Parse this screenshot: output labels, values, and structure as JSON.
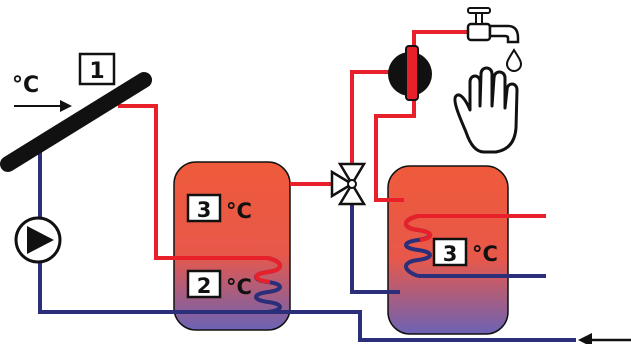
{
  "collector": {
    "number": "1",
    "ambient_unit": "°C"
  },
  "buffer_tank": {
    "sensor_top_number": "3",
    "sensor_top_unit": "°C",
    "sensor_bottom_number": "2",
    "sensor_bottom_unit": "°C"
  },
  "dhw_tank": {
    "sensor_number": "3",
    "sensor_unit": "°C"
  },
  "colors": {
    "hot": "#e8202a",
    "cold": "#2b2f7a",
    "tank_top": "#ef5a3a",
    "tank_bottom": "#6b63b5"
  },
  "icons": [
    "solar-collector-icon",
    "pump-icon",
    "three-way-valve-icon",
    "mixing-valve-icon",
    "tap-icon",
    "water-drop-icon",
    "hand-icon",
    "arrow-icon"
  ]
}
